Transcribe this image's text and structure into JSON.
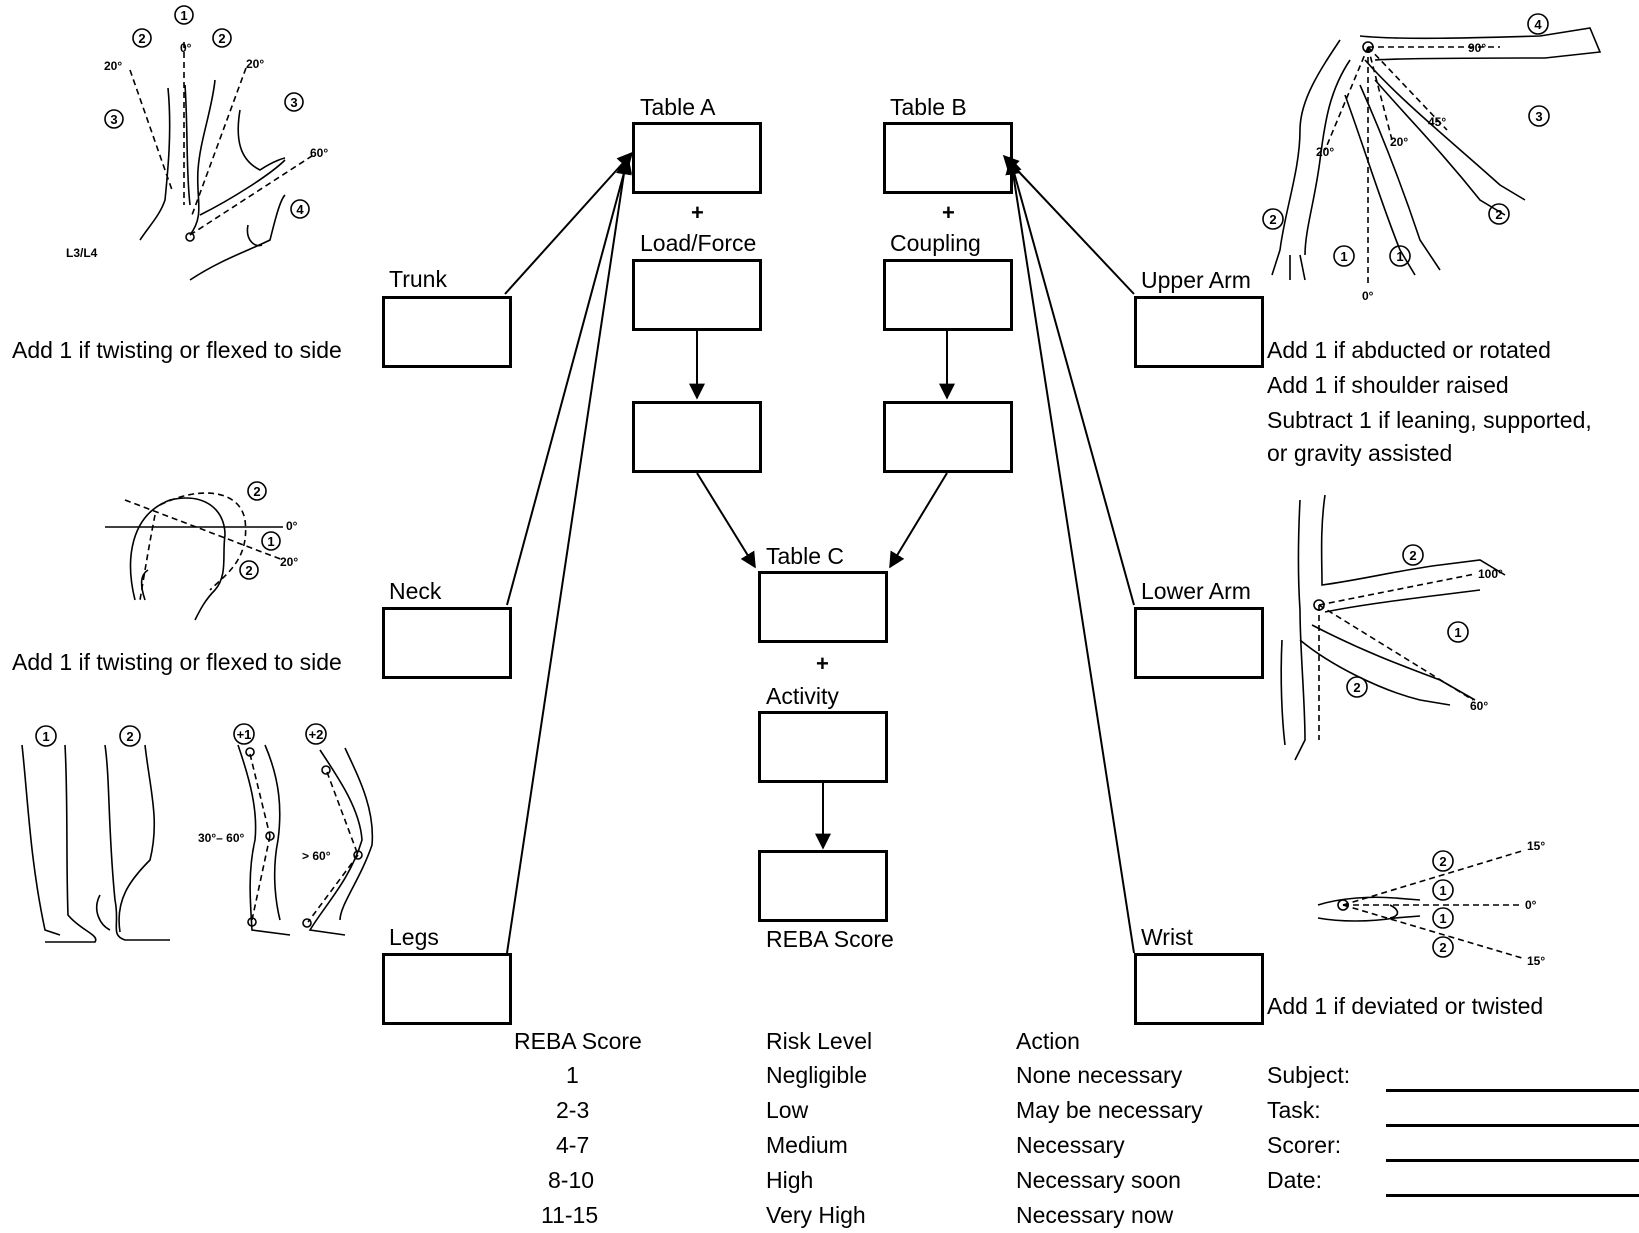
{
  "tables": {
    "table_a": "Table A",
    "table_b": "Table B",
    "table_c": "Table C",
    "load_force": "Load/Force",
    "coupling": "Coupling",
    "activity": "Activity",
    "reba_score": "REBA Score",
    "plus": "+"
  },
  "left": {
    "trunk": "Trunk",
    "neck": "Neck",
    "legs": "Legs",
    "trunk_note": "Add 1 if twisting or flexed to side",
    "neck_note": "Add 1 if twisting or flexed to side"
  },
  "right": {
    "upper_arm": "Upper Arm",
    "lower_arm": "Lower Arm",
    "wrist": "Wrist",
    "upper_notes": [
      "Add 1 if abducted or rotated",
      "Add 1 if shoulder raised",
      "Subtract 1 if leaning, supported,",
      "or gravity assisted"
    ],
    "wrist_note": "Add 1 if deviated or twisted"
  },
  "legend": {
    "headers": [
      "REBA Score",
      "Risk Level",
      "Action"
    ],
    "rows": [
      [
        "1",
        "Negligible",
        "None necessary"
      ],
      [
        "2-3",
        "Low",
        "May be necessary"
      ],
      [
        "4-7",
        "Medium",
        "Necessary"
      ],
      [
        "8-10",
        "High",
        "Necessary soon"
      ],
      [
        "11-15",
        "Very High",
        "Necessary now"
      ]
    ]
  },
  "meta_fields": [
    "Subject:",
    "Task:",
    "Scorer:",
    "Date:"
  ],
  "figures": {
    "trunk": {
      "l3l4": "L3/L4",
      "deg_0": "0°",
      "deg_20a": "20°",
      "deg_20b": "20°",
      "deg_60": "60°",
      "n1": "1",
      "n2a": "2",
      "n2b": "2",
      "n3a": "3",
      "n3b": "3",
      "n4": "4"
    },
    "neck": {
      "deg_0": "0°",
      "deg_20": "20°",
      "n1": "1",
      "n2a": "2",
      "n2b": "2"
    },
    "legs": {
      "n1": "1",
      "n2": "2",
      "p1": "+1",
      "p2": "+2",
      "range1": "30°– 60°",
      "range2": "> 60°"
    },
    "upper_arm": {
      "deg_90": "90°",
      "deg_45": "45°",
      "deg_20a": "20°",
      "deg_20b": "20°",
      "deg_0": "0°",
      "n4": "4",
      "n3": "3",
      "n2a": "2",
      "n2b": "2",
      "n1a": "1",
      "n1b": "1"
    },
    "lower_arm": {
      "deg_100": "100°",
      "deg_60": "60°",
      "n2a": "2",
      "n2b": "2",
      "n1": "1"
    },
    "wrist": {
      "deg_15a": "15°",
      "deg_15b": "15°",
      "deg_0": "0°",
      "n2a": "2",
      "n2b": "2",
      "n1a": "1",
      "n1b": "1"
    }
  }
}
